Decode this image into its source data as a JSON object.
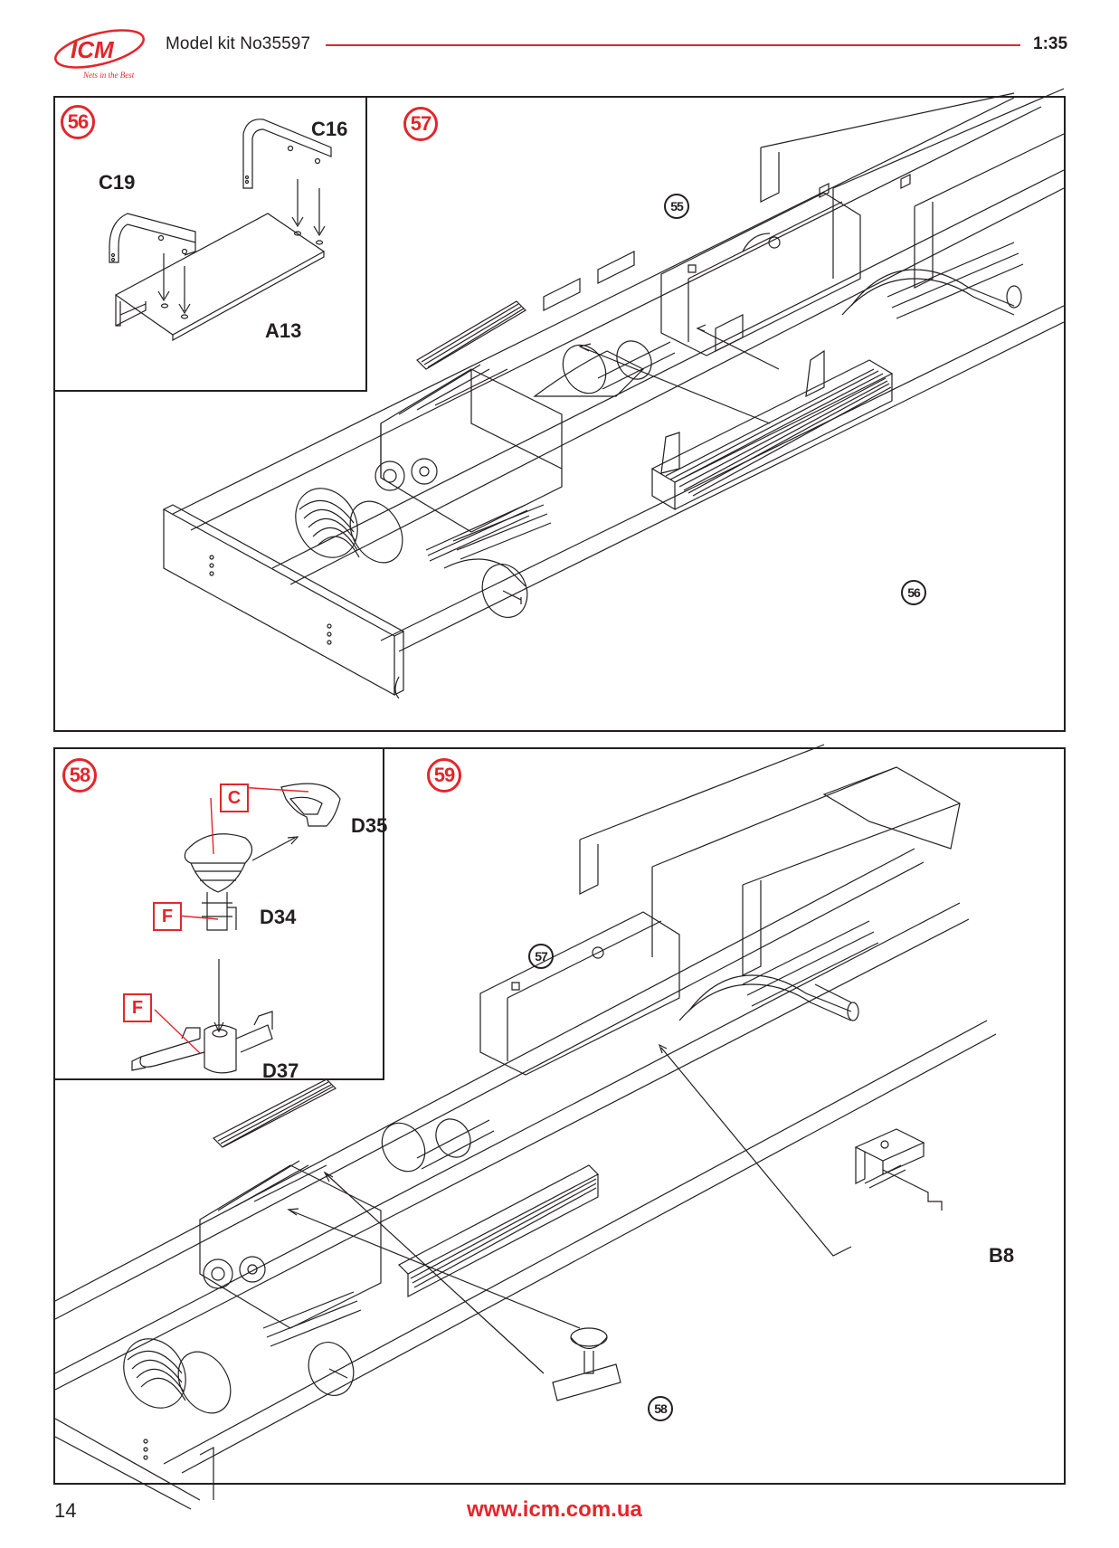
{
  "header": {
    "brand": "ICM",
    "brand_tagline": "Nets in the Best",
    "kit_title": "Model kit No35597",
    "scale": "1:35"
  },
  "colors": {
    "accent_red": "#e3262c",
    "line": "#231f20"
  },
  "steps": [
    {
      "number": "56",
      "parts": [
        "C16",
        "C19",
        "A13"
      ]
    },
    {
      "number": "57",
      "refs": [
        "55",
        "56"
      ]
    },
    {
      "number": "58",
      "parts": [
        "D35",
        "D34",
        "D37"
      ],
      "color_codes": [
        "C",
        "F",
        "F"
      ]
    },
    {
      "number": "59",
      "parts": [
        "B8"
      ],
      "refs": [
        "57",
        "58"
      ]
    }
  ],
  "footer": {
    "page_number": "14",
    "website": "www.icm.com.ua"
  }
}
